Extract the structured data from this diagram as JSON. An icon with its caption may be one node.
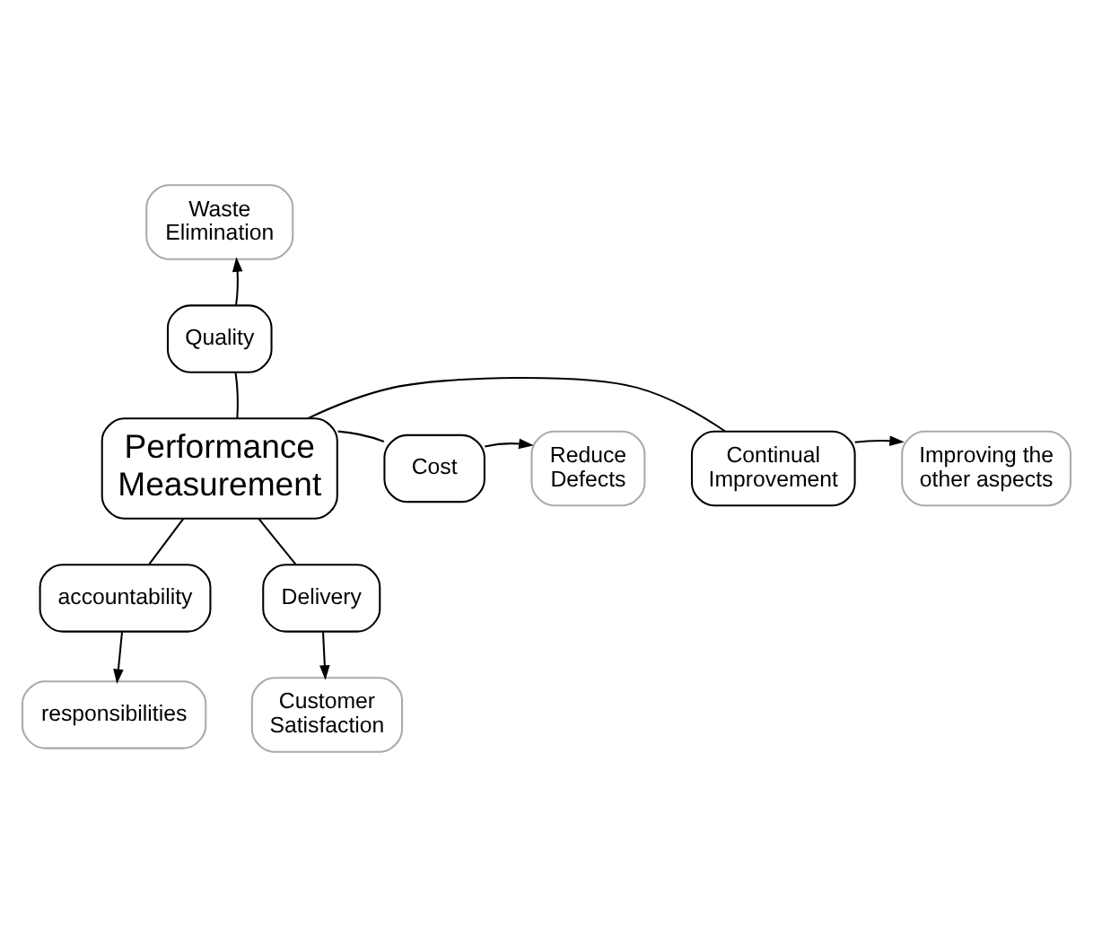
{
  "diagram": {
    "nodes": [
      {
        "text": [
          "Waste Elimination"
        ]
      },
      {
        "text": [
          "Quality"
        ]
      },
      {
        "text": [
          "Improving the other aspects"
        ]
      },
      {
        "text": [
          "Continual Improvement"
        ]
      },
      {
        "text": [
          "Performance Measurement"
        ]
      },
      {
        "text": [
          "Cost"
        ]
      },
      {
        "text": [
          "Reduce Defects"
        ]
      },
      {
        "text": [
          "accountability"
        ]
      },
      {
        "text": [
          "Delivery"
        ]
      },
      {
        "text": [
          "responsibilities"
        ]
      },
      {
        "text": [
          "Customer Satisfaction"
        ]
      }
    ],
    "edges": [
      {
        "from": 4,
        "to": 1,
        "arrow": "none"
      },
      {
        "from": 1,
        "to": 0,
        "arrow": "to"
      },
      {
        "from": 4,
        "to": 3,
        "arrow": "none"
      },
      {
        "from": 3,
        "to": 2,
        "arrow": "to"
      },
      {
        "from": 4,
        "to": 5,
        "arrow": "none"
      },
      {
        "from": 5,
        "to": 6,
        "arrow": "to"
      },
      {
        "from": 4,
        "to": 7,
        "arrow": "none"
      },
      {
        "from": 7,
        "to": 9,
        "arrow": "to"
      },
      {
        "from": 4,
        "to": 8,
        "arrow": "none"
      },
      {
        "from": 8,
        "to": 10,
        "arrow": "to"
      }
    ]
  }
}
